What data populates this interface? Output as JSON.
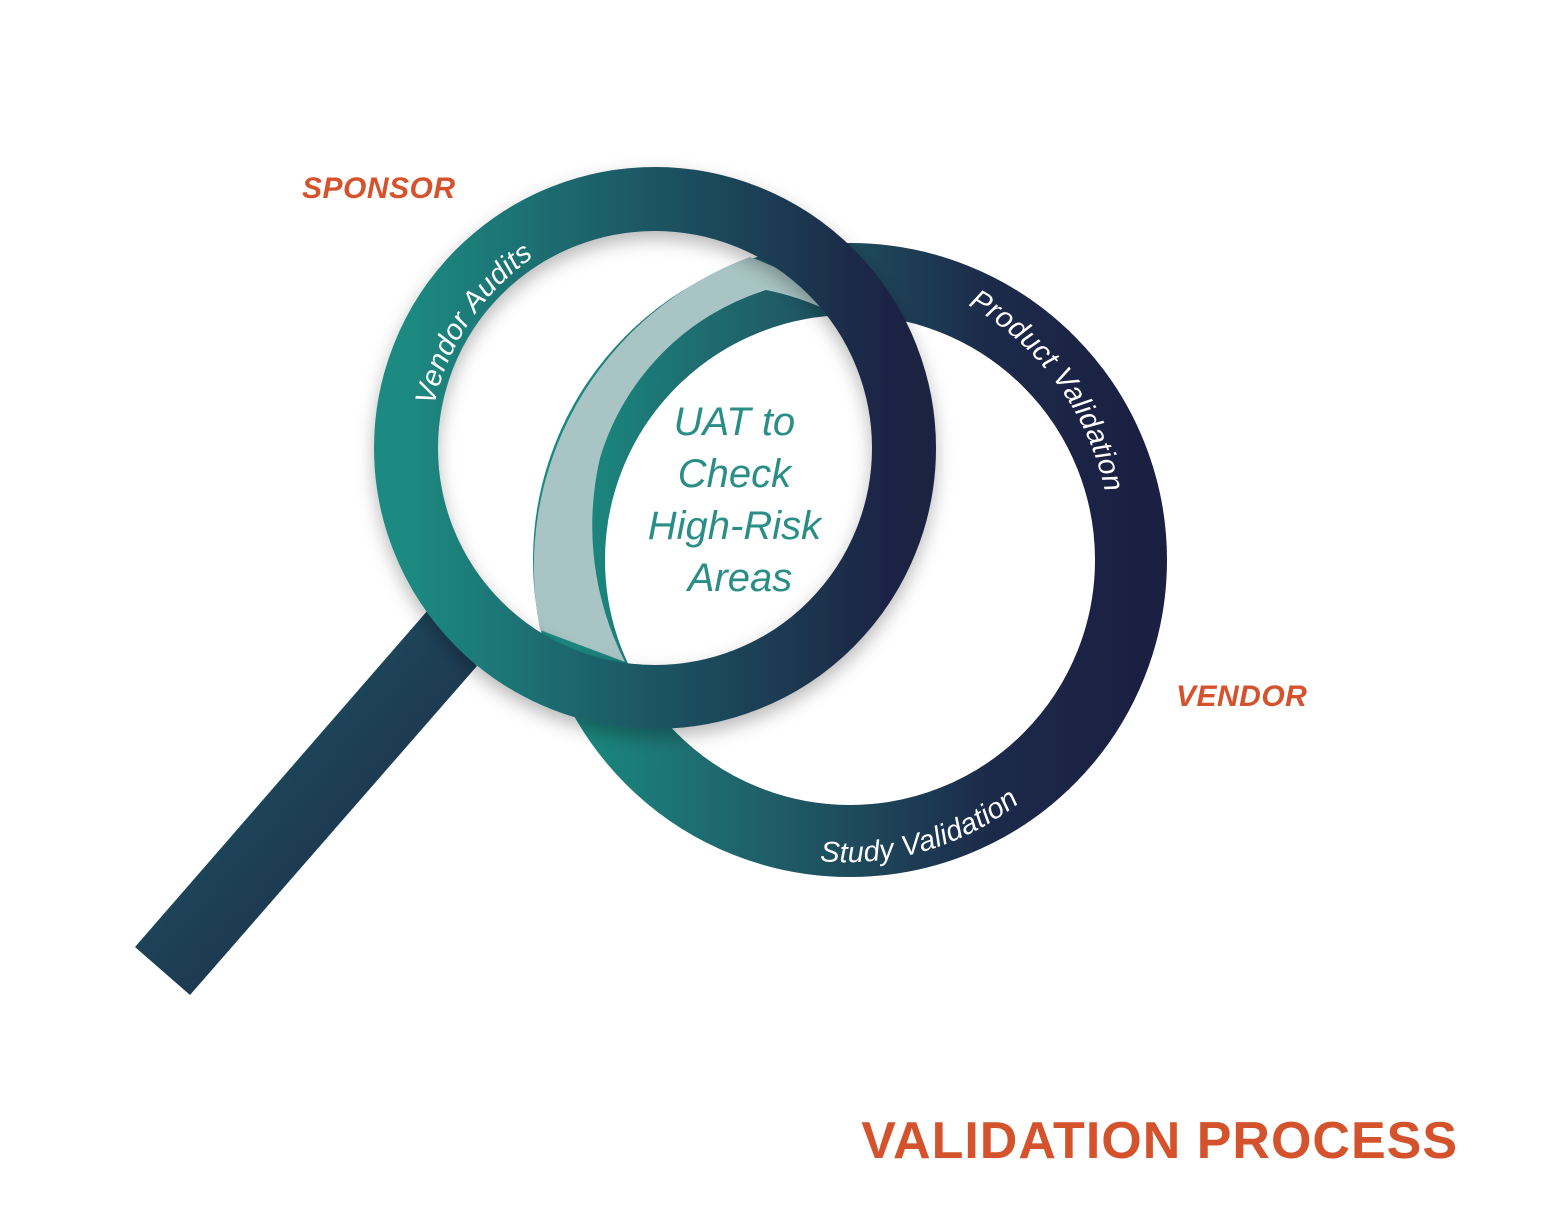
{
  "labels": {
    "sponsor": "SPONSOR",
    "vendor": "VENDOR",
    "vendor_audits": "Vendor Audits",
    "product_validation": "Product Validation",
    "study_validation": "Study Validation",
    "center_lines": [
      "UAT to",
      "Check",
      "High-Risk",
      "Areas"
    ],
    "title": "VALIDATION PROCESS"
  },
  "colors": {
    "accent_orange": "#d4532c",
    "teal": "#1d8a80",
    "navy": "#1b2043",
    "center_text": "#2a8e86",
    "ring_label": "#ffffff"
  }
}
